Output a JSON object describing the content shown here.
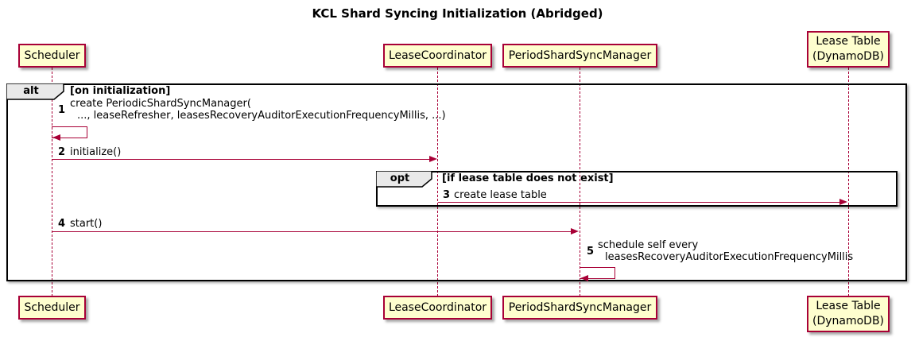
{
  "title": "KCL Shard Syncing Initialization (Abridged)",
  "colors": {
    "participant_fill": "#FEFECE",
    "participant_border": "#A80036",
    "arrow": "#A80036",
    "lifeline": "#A80036",
    "frame_border": "#000000",
    "frame_label_fill": "#E9E9E9",
    "text": "#000000"
  },
  "participants": [
    {
      "id": "scheduler",
      "label": "Scheduler"
    },
    {
      "id": "lease-coordinator",
      "label": "LeaseCoordinator"
    },
    {
      "id": "period-shard-sync-manager",
      "label": "PeriodShardSyncManager"
    },
    {
      "id": "lease-table",
      "label_line1": "Lease Table",
      "label_line2": "(DynamoDB)"
    }
  ],
  "frames": {
    "alt": {
      "keyword": "alt",
      "condition": "[on initialization]"
    },
    "opt": {
      "keyword": "opt",
      "condition": "[if lease table does not exist]"
    }
  },
  "messages": [
    {
      "num": "1",
      "line1": "create PeriodicShardSyncManager(",
      "line2": "..., leaseRefresher, leasesRecoveryAuditorExecutionFrequencyMillis, ...)",
      "kind": "self",
      "on": "Scheduler"
    },
    {
      "num": "2",
      "text": "initialize()",
      "from": "Scheduler",
      "to": "LeaseCoordinator"
    },
    {
      "num": "3",
      "text": "create lease table",
      "from": "LeaseCoordinator",
      "to": "Lease Table (DynamoDB)"
    },
    {
      "num": "4",
      "text": "start()",
      "from": "Scheduler",
      "to": "PeriodShardSyncManager"
    },
    {
      "num": "5",
      "line1": "schedule self every",
      "line2": "leasesRecoveryAuditorExecutionFrequencyMillis",
      "kind": "self",
      "on": "PeriodShardSyncManager"
    }
  ]
}
